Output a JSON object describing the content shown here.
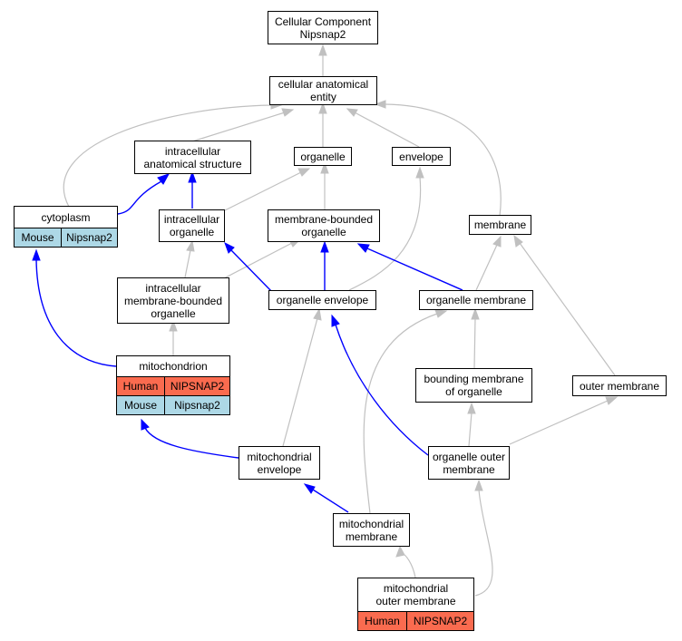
{
  "colors": {
    "isa_edge": "#c0c0c0",
    "partof_edge": "#0000ff",
    "human": "#fa6b4f",
    "mouse": "#add8e6"
  },
  "nodes": {
    "root": {
      "line1": "Cellular Component",
      "line2": "Nipsnap2"
    },
    "cae": {
      "line1": "cellular anatomical",
      "line2": "entity"
    },
    "ias": {
      "line1": "intracellular",
      "line2": "anatomical structure"
    },
    "organelle": {
      "line1": "organelle"
    },
    "envelope": {
      "line1": "envelope"
    },
    "cytoplasm": {
      "line1": "cytoplasm",
      "species": "Mouse",
      "gene": "Nipsnap2"
    },
    "io": {
      "line1": "intracellular",
      "line2": "organelle"
    },
    "mbo": {
      "line1": "membrane-bounded",
      "line2": "organelle"
    },
    "membrane": {
      "line1": "membrane"
    },
    "imbo": {
      "line1": "intracellular",
      "line2": "membrane-bounded",
      "line3": "organelle"
    },
    "oe": {
      "line1": "organelle envelope"
    },
    "om": {
      "line1": "organelle membrane"
    },
    "mito": {
      "line1": "mitochondrion",
      "human_species": "Human",
      "human_gene": "NIPSNAP2",
      "mouse_species": "Mouse",
      "mouse_gene": "Nipsnap2"
    },
    "bmo": {
      "line1": "bounding membrane",
      "line2": "of organelle"
    },
    "outm": {
      "line1": "outer membrane"
    },
    "me": {
      "line1": "mitochondrial",
      "line2": "envelope"
    },
    "oom": {
      "line1": "organelle outer",
      "line2": "membrane"
    },
    "mm": {
      "line1": "mitochondrial",
      "line2": "membrane"
    },
    "mom": {
      "line1": "mitochondrial",
      "line2": "outer membrane",
      "species": "Human",
      "gene": "NIPSNAP2"
    }
  }
}
